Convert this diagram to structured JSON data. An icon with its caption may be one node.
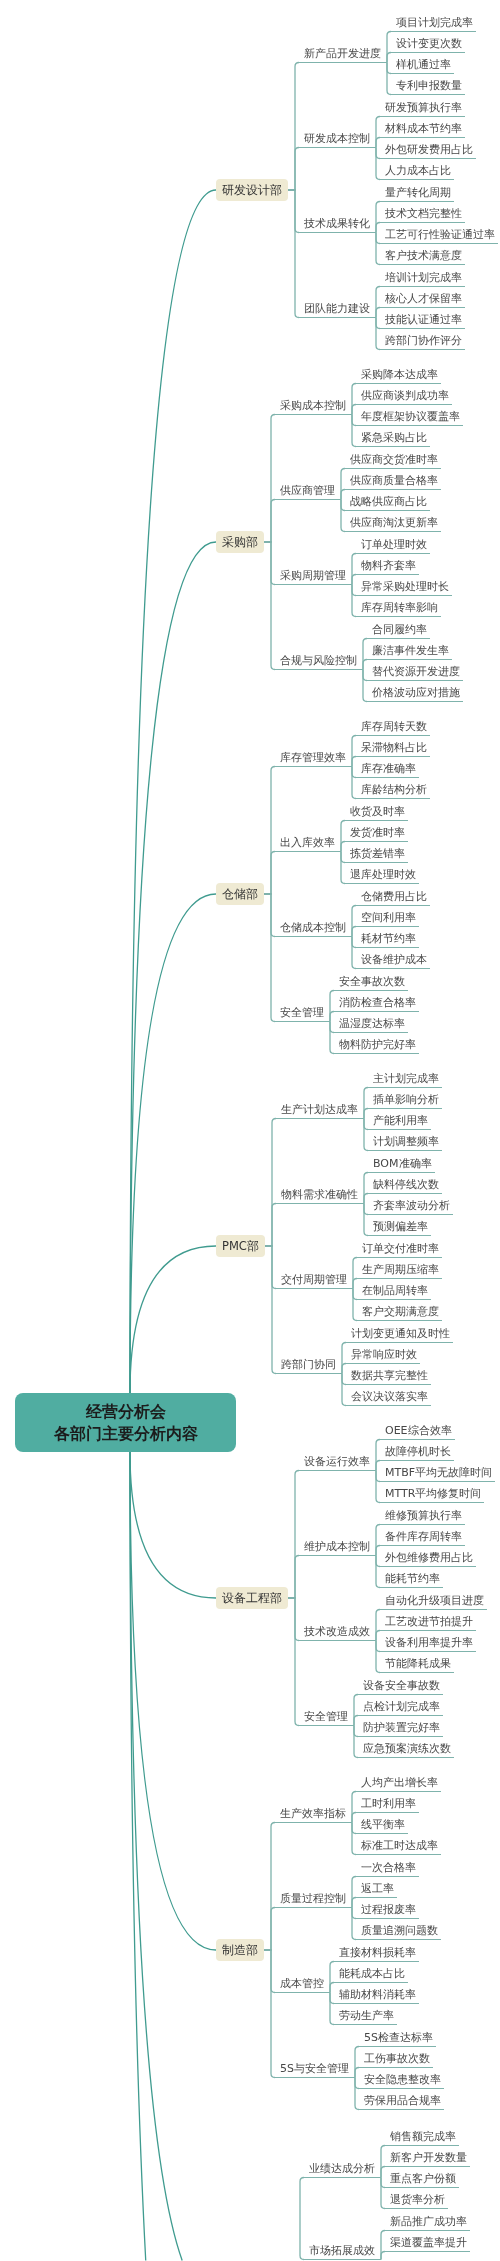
{
  "diagram": {
    "nodes": [
      {
        "text": [
          "经营分析会",
          "各部门主要分析内容"
        ]
      },
      {
        "text": [
          "研发设计部"
        ]
      },
      {
        "text": [
          "新产品开发进度"
        ]
      },
      {
        "text": [
          "项目计划完成率"
        ]
      },
      {
        "text": [
          "设计变更次数"
        ]
      },
      {
        "text": [
          "样机通过率"
        ]
      },
      {
        "text": [
          "专利申报数量"
        ]
      },
      {
        "text": [
          "研发成本控制"
        ]
      },
      {
        "text": [
          "研发预算执行率"
        ]
      },
      {
        "text": [
          "材料成本节约率"
        ]
      },
      {
        "text": [
          "外包研发费用占比"
        ]
      },
      {
        "text": [
          "人力成本占比"
        ]
      },
      {
        "text": [
          "技术成果转化"
        ]
      },
      {
        "text": [
          "量产转化周期"
        ]
      },
      {
        "text": [
          "技术文档完整性"
        ]
      },
      {
        "text": [
          "工艺可行性验证通过率"
        ]
      },
      {
        "text": [
          "客户技术满意度"
        ]
      },
      {
        "text": [
          "团队能力建设"
        ]
      },
      {
        "text": [
          "培训计划完成率"
        ]
      },
      {
        "text": [
          "核心人才保留率"
        ]
      },
      {
        "text": [
          "技能认证通过率"
        ]
      },
      {
        "text": [
          "跨部门协作评分"
        ]
      },
      {
        "text": [
          "采购部"
        ]
      },
      {
        "text": [
          "采购成本控制"
        ]
      },
      {
        "text": [
          "采购降本达成率"
        ]
      },
      {
        "text": [
          "供应商谈判成功率"
        ]
      },
      {
        "text": [
          "年度框架协议覆盖率"
        ]
      },
      {
        "text": [
          "紧急采购占比"
        ]
      },
      {
        "text": [
          "供应商管理"
        ]
      },
      {
        "text": [
          "供应商交货准时率"
        ]
      },
      {
        "text": [
          "供应商质量合格率"
        ]
      },
      {
        "text": [
          "战略供应商占比"
        ]
      },
      {
        "text": [
          "供应商淘汰更新率"
        ]
      },
      {
        "text": [
          "采购周期管理"
        ]
      },
      {
        "text": [
          "订单处理时效"
        ]
      },
      {
        "text": [
          "物料齐套率"
        ]
      },
      {
        "text": [
          "异常采购处理时长"
        ]
      },
      {
        "text": [
          "库存周转率影响"
        ]
      },
      {
        "text": [
          "合规与风险控制"
        ]
      },
      {
        "text": [
          "合同履约率"
        ]
      },
      {
        "text": [
          "廉洁事件发生率"
        ]
      },
      {
        "text": [
          "替代资源开发进度"
        ]
      },
      {
        "text": [
          "价格波动应对措施"
        ]
      },
      {
        "text": [
          "仓储部"
        ]
      },
      {
        "text": [
          "库存管理效率"
        ]
      },
      {
        "text": [
          "库存周转天数"
        ]
      },
      {
        "text": [
          "呆滞物料占比"
        ]
      },
      {
        "text": [
          "库存准确率"
        ]
      },
      {
        "text": [
          "库龄结构分析"
        ]
      },
      {
        "text": [
          "出入库效率"
        ]
      },
      {
        "text": [
          "收货及时率"
        ]
      },
      {
        "text": [
          "发货准时率"
        ]
      },
      {
        "text": [
          "拣货差错率"
        ]
      },
      {
        "text": [
          "退库处理时效"
        ]
      },
      {
        "text": [
          "仓储成本控制"
        ]
      },
      {
        "text": [
          "仓储费用占比"
        ]
      },
      {
        "text": [
          "空间利用率"
        ]
      },
      {
        "text": [
          "耗材节约率"
        ]
      },
      {
        "text": [
          "设备维护成本"
        ]
      },
      {
        "text": [
          "安全管理"
        ]
      },
      {
        "text": [
          "安全事故次数"
        ]
      },
      {
        "text": [
          "消防检查合格率"
        ]
      },
      {
        "text": [
          "温湿度达标率"
        ]
      },
      {
        "text": [
          "物料防护完好率"
        ]
      },
      {
        "text": [
          "PMC部"
        ]
      },
      {
        "text": [
          "生产计划达成率"
        ]
      },
      {
        "text": [
          "主计划完成率"
        ]
      },
      {
        "text": [
          "插单影响分析"
        ]
      },
      {
        "text": [
          "产能利用率"
        ]
      },
      {
        "text": [
          "计划调整频率"
        ]
      },
      {
        "text": [
          "物料需求准确性"
        ]
      },
      {
        "text": [
          "BOM准确率"
        ]
      },
      {
        "text": [
          "缺料停线次数"
        ]
      },
      {
        "text": [
          "齐套率波动分析"
        ]
      },
      {
        "text": [
          "预测偏差率"
        ]
      },
      {
        "text": [
          "交付周期管理"
        ]
      },
      {
        "text": [
          "订单交付准时率"
        ]
      },
      {
        "text": [
          "生产周期压缩率"
        ]
      },
      {
        "text": [
          "在制品周转率"
        ]
      },
      {
        "text": [
          "客户交期满意度"
        ]
      },
      {
        "text": [
          "跨部门协同"
        ]
      },
      {
        "text": [
          "计划变更通知及时性"
        ]
      },
      {
        "text": [
          "异常响应时效"
        ]
      },
      {
        "text": [
          "数据共享完整性"
        ]
      },
      {
        "text": [
          "会议决议落实率"
        ]
      },
      {
        "text": [
          "设备工程部"
        ]
      },
      {
        "text": [
          "设备运行效率"
        ]
      },
      {
        "text": [
          "OEE综合效率"
        ]
      },
      {
        "text": [
          "故障停机时长"
        ]
      },
      {
        "text": [
          "MTBF平均无故障时间"
        ]
      },
      {
        "text": [
          "MTTR平均修复时间"
        ]
      },
      {
        "text": [
          "维护成本控制"
        ]
      },
      {
        "text": [
          "维修预算执行率"
        ]
      },
      {
        "text": [
          "备件库存周转率"
        ]
      },
      {
        "text": [
          "外包维修费用占比"
        ]
      },
      {
        "text": [
          "能耗节约率"
        ]
      },
      {
        "text": [
          "技术改造成效"
        ]
      },
      {
        "text": [
          "自动化升级项目进度"
        ]
      },
      {
        "text": [
          "工艺改进节拍提升"
        ]
      },
      {
        "text": [
          "设备利用率提升率"
        ]
      },
      {
        "text": [
          "节能降耗成果"
        ]
      },
      {
        "text": [
          "安全管理"
        ]
      },
      {
        "text": [
          "设备安全事故数"
        ]
      },
      {
        "text": [
          "点检计划完成率"
        ]
      },
      {
        "text": [
          "防护装置完好率"
        ]
      },
      {
        "text": [
          "应急预案演练次数"
        ]
      },
      {
        "text": [
          "制造部"
        ]
      },
      {
        "text": [
          "生产效率指标"
        ]
      },
      {
        "text": [
          "人均产出增长率"
        ]
      },
      {
        "text": [
          "工时利用率"
        ]
      },
      {
        "text": [
          "线平衡率"
        ]
      },
      {
        "text": [
          "标准工时达成率"
        ]
      },
      {
        "text": [
          "质量过程控制"
        ]
      },
      {
        "text": [
          "一次合格率"
        ]
      },
      {
        "text": [
          "返工率"
        ]
      },
      {
        "text": [
          "过程报废率"
        ]
      },
      {
        "text": [
          "质量追溯问题数"
        ]
      },
      {
        "text": [
          "成本管控"
        ]
      },
      {
        "text": [
          "直接材料损耗率"
        ]
      },
      {
        "text": [
          "能耗成本占比"
        ]
      },
      {
        "text": [
          "辅助材料消耗率"
        ]
      },
      {
        "text": [
          "劳动生产率"
        ]
      },
      {
        "text": [
          "5S与安全管理"
        ]
      },
      {
        "text": [
          "5S检查达标率"
        ]
      },
      {
        "text": [
          "工伤事故次数"
        ]
      },
      {
        "text": [
          "安全隐患整改率"
        ]
      },
      {
        "text": [
          "劳保用品合规率"
        ]
      },
      {
        "text": [
          "业绩达成分析"
        ]
      },
      {
        "text": [
          "销售额完成率"
        ]
      },
      {
        "text": [
          "新客户开发数量"
        ]
      },
      {
        "text": [
          "重点客户份额"
        ]
      },
      {
        "text": [
          "退货率分析"
        ]
      },
      {
        "text": [
          "市场拓展成效"
        ]
      },
      {
        "text": [
          "新品推广成功率"
        ]
      },
      {
        "text": [
          "渠道覆盖率提升"
        ]
      }
    ],
    "edges": [
      {
        "from": 0,
        "to": 1,
        "arrow": "none",
        "color": "#3f9b8f"
      },
      {
        "from": 1,
        "to": 2,
        "arrow": "none"
      },
      {
        "from": 2,
        "to": 3,
        "arrow": "none"
      },
      {
        "from": 2,
        "to": 4,
        "arrow": "none"
      },
      {
        "from": 2,
        "to": 5,
        "arrow": "none"
      },
      {
        "from": 2,
        "to": 6,
        "arrow": "none"
      },
      {
        "from": 1,
        "to": 7,
        "arrow": "none"
      },
      {
        "from": 7,
        "to": 8,
        "arrow": "none"
      },
      {
        "from": 7,
        "to": 9,
        "arrow": "none"
      },
      {
        "from": 7,
        "to": 10,
        "arrow": "none"
      },
      {
        "from": 7,
        "to": 11,
        "arrow": "none"
      },
      {
        "from": 1,
        "to": 12,
        "arrow": "none"
      },
      {
        "from": 12,
        "to": 13,
        "arrow": "none"
      },
      {
        "from": 12,
        "to": 14,
        "arrow": "none"
      },
      {
        "from": 12,
        "to": 15,
        "arrow": "none"
      },
      {
        "from": 12,
        "to": 16,
        "arrow": "none"
      },
      {
        "from": 1,
        "to": 17,
        "arrow": "none"
      },
      {
        "from": 17,
        "to": 18,
        "arrow": "none"
      },
      {
        "from": 17,
        "to": 19,
        "arrow": "none"
      },
      {
        "from": 17,
        "to": 20,
        "arrow": "none"
      },
      {
        "from": 17,
        "to": 21,
        "arrow": "none"
      },
      {
        "from": 0,
        "to": 22,
        "arrow": "none",
        "color": "#3f9b8f"
      },
      {
        "from": 22,
        "to": 23,
        "arrow": "none"
      },
      {
        "from": 23,
        "to": 24,
        "arrow": "none"
      },
      {
        "from": 23,
        "to": 25,
        "arrow": "none"
      },
      {
        "from": 23,
        "to": 26,
        "arrow": "none"
      },
      {
        "from": 23,
        "to": 27,
        "arrow": "none"
      },
      {
        "from": 22,
        "to": 28,
        "arrow": "none"
      },
      {
        "from": 28,
        "to": 29,
        "arrow": "none"
      },
      {
        "from": 28,
        "to": 30,
        "arrow": "none"
      },
      {
        "from": 28,
        "to": 31,
        "arrow": "none"
      },
      {
        "from": 28,
        "to": 32,
        "arrow": "none"
      },
      {
        "from": 22,
        "to": 33,
        "arrow": "none"
      },
      {
        "from": 33,
        "to": 34,
        "arrow": "none"
      },
      {
        "from": 33,
        "to": 35,
        "arrow": "none"
      },
      {
        "from": 33,
        "to": 36,
        "arrow": "none"
      },
      {
        "from": 33,
        "to": 37,
        "arrow": "none"
      },
      {
        "from": 22,
        "to": 38,
        "arrow": "none"
      },
      {
        "from": 38,
        "to": 39,
        "arrow": "none"
      },
      {
        "from": 38,
        "to": 40,
        "arrow": "none"
      },
      {
        "from": 38,
        "to": 41,
        "arrow": "none"
      },
      {
        "from": 38,
        "to": 42,
        "arrow": "none"
      },
      {
        "from": 0,
        "to": 43,
        "arrow": "none",
        "color": "#3f9b8f"
      },
      {
        "from": 43,
        "to": 44,
        "arrow": "none"
      },
      {
        "from": 44,
        "to": 45,
        "arrow": "none"
      },
      {
        "from": 44,
        "to": 46,
        "arrow": "none"
      },
      {
        "from": 44,
        "to": 47,
        "arrow": "none"
      },
      {
        "from": 44,
        "to": 48,
        "arrow": "none"
      },
      {
        "from": 43,
        "to": 49,
        "arrow": "none"
      },
      {
        "from": 49,
        "to": 50,
        "arrow": "none"
      },
      {
        "from": 49,
        "to": 51,
        "arrow": "none"
      },
      {
        "from": 49,
        "to": 52,
        "arrow": "none"
      },
      {
        "from": 49,
        "to": 53,
        "arrow": "none"
      },
      {
        "from": 43,
        "to": 54,
        "arrow": "none"
      },
      {
        "from": 54,
        "to": 55,
        "arrow": "none"
      },
      {
        "from": 54,
        "to": 56,
        "arrow": "none"
      },
      {
        "from": 54,
        "to": 57,
        "arrow": "none"
      },
      {
        "from": 54,
        "to": 58,
        "arrow": "none"
      },
      {
        "from": 43,
        "to": 59,
        "arrow": "none"
      },
      {
        "from": 59,
        "to": 60,
        "arrow": "none"
      },
      {
        "from": 59,
        "to": 61,
        "arrow": "none"
      },
      {
        "from": 59,
        "to": 62,
        "arrow": "none"
      },
      {
        "from": 59,
        "to": 63,
        "arrow": "none"
      },
      {
        "from": 0,
        "to": 64,
        "arrow": "none",
        "color": "#3f9b8f"
      },
      {
        "from": 64,
        "to": 65,
        "arrow": "none"
      },
      {
        "from": 65,
        "to": 66,
        "arrow": "none"
      },
      {
        "from": 65,
        "to": 67,
        "arrow": "none"
      },
      {
        "from": 65,
        "to": 68,
        "arrow": "none"
      },
      {
        "from": 65,
        "to": 69,
        "arrow": "none"
      },
      {
        "from": 64,
        "to": 70,
        "arrow": "none"
      },
      {
        "from": 70,
        "to": 71,
        "arrow": "none"
      },
      {
        "from": 70,
        "to": 72,
        "arrow": "none"
      },
      {
        "from": 70,
        "to": 73,
        "arrow": "none"
      },
      {
        "from": 70,
        "to": 74,
        "arrow": "none"
      },
      {
        "from": 64,
        "to": 75,
        "arrow": "none"
      },
      {
        "from": 75,
        "to": 76,
        "arrow": "none"
      },
      {
        "from": 75,
        "to": 77,
        "arrow": "none"
      },
      {
        "from": 75,
        "to": 78,
        "arrow": "none"
      },
      {
        "from": 75,
        "to": 79,
        "arrow": "none"
      },
      {
        "from": 64,
        "to": 80,
        "arrow": "none"
      },
      {
        "from": 80,
        "to": 81,
        "arrow": "none"
      },
      {
        "from": 80,
        "to": 82,
        "arrow": "none"
      },
      {
        "from": 80,
        "to": 83,
        "arrow": "none"
      },
      {
        "from": 80,
        "to": 84,
        "arrow": "none"
      },
      {
        "from": 0,
        "to": 85,
        "arrow": "none",
        "color": "#3f9b8f"
      },
      {
        "from": 85,
        "to": 86,
        "arrow": "none"
      },
      {
        "from": 86,
        "to": 87,
        "arrow": "none"
      },
      {
        "from": 86,
        "to": 88,
        "arrow": "none"
      },
      {
        "from": 86,
        "to": 89,
        "arrow": "none"
      },
      {
        "from": 86,
        "to": 90,
        "arrow": "none"
      },
      {
        "from": 85,
        "to": 91,
        "arrow": "none"
      },
      {
        "from": 91,
        "to": 92,
        "arrow": "none"
      },
      {
        "from": 91,
        "to": 93,
        "arrow": "none"
      },
      {
        "from": 91,
        "to": 94,
        "arrow": "none"
      },
      {
        "from": 91,
        "to": 95,
        "arrow": "none"
      },
      {
        "from": 85,
        "to": 96,
        "arrow": "none"
      },
      {
        "from": 96,
        "to": 97,
        "arrow": "none"
      },
      {
        "from": 96,
        "to": 98,
        "arrow": "none"
      },
      {
        "from": 96,
        "to": 99,
        "arrow": "none"
      },
      {
        "from": 96,
        "to": 100,
        "arrow": "none"
      },
      {
        "from": 85,
        "to": 101,
        "arrow": "none"
      },
      {
        "from": 101,
        "to": 102,
        "arrow": "none"
      },
      {
        "from": 101,
        "to": 103,
        "arrow": "none"
      },
      {
        "from": 101,
        "to": 104,
        "arrow": "none"
      },
      {
        "from": 101,
        "to": 105,
        "arrow": "none"
      },
      {
        "from": 0,
        "to": 106,
        "arrow": "none",
        "color": "#3f9b8f"
      },
      {
        "from": 106,
        "to": 107,
        "arrow": "none"
      },
      {
        "from": 107,
        "to": 108,
        "arrow": "none"
      },
      {
        "from": 107,
        "to": 109,
        "arrow": "none"
      },
      {
        "from": 107,
        "to": 110,
        "arrow": "none"
      },
      {
        "from": 107,
        "to": 111,
        "arrow": "none"
      },
      {
        "from": 106,
        "to": 112,
        "arrow": "none"
      },
      {
        "from": 112,
        "to": 113,
        "arrow": "none"
      },
      {
        "from": 112,
        "to": 114,
        "arrow": "none"
      },
      {
        "from": 112,
        "to": 115,
        "arrow": "none"
      },
      {
        "from": 112,
        "to": 116,
        "arrow": "none"
      },
      {
        "from": 106,
        "to": 117,
        "arrow": "none"
      },
      {
        "from": 117,
        "to": 118,
        "arrow": "none"
      },
      {
        "from": 117,
        "to": 119,
        "arrow": "none"
      },
      {
        "from": 117,
        "to": 120,
        "arrow": "none"
      },
      {
        "from": 117,
        "to": 121,
        "arrow": "none"
      },
      {
        "from": 106,
        "to": 122,
        "arrow": "none"
      },
      {
        "from": 122,
        "to": 123,
        "arrow": "none"
      },
      {
        "from": 122,
        "to": 124,
        "arrow": "none"
      },
      {
        "from": 122,
        "to": 125,
        "arrow": "none"
      },
      {
        "from": 122,
        "to": 126,
        "arrow": "none"
      },
      {
        "from": 0,
        "to": null,
        "arrow": "none",
        "color": "#3f9b8f"
      },
      {
        "from": 132,
        "to": 127,
        "arrow": "none"
      },
      {
        "from": 127,
        "to": 128,
        "arrow": "none"
      },
      {
        "from": 127,
        "to": 129,
        "arrow": "none"
      },
      {
        "from": 127,
        "to": 130,
        "arrow": "none"
      },
      {
        "from": 127,
        "to": 131,
        "arrow": "none"
      },
      {
        "from": 132,
        "to": 133,
        "arrow": "none"
      },
      {
        "from": 132,
        "to": 134,
        "arrow": "none"
      },
      {
        "from": 0,
        "to": null,
        "arrow": "none",
        "color": "#3f9b8f"
      }
    ]
  }
}
